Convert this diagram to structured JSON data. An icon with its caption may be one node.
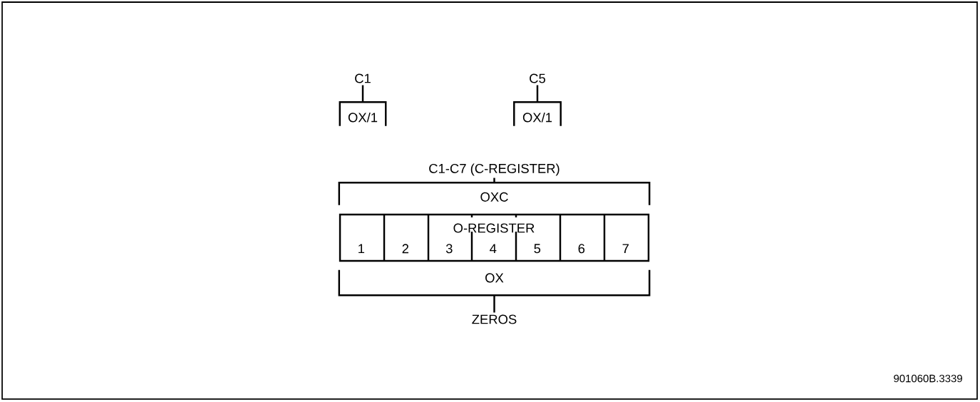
{
  "diagram": {
    "nodes": [
      {
        "text": [
          "C1"
        ]
      },
      {
        "text": [
          "OX/1"
        ]
      },
      {
        "text": [
          "C5"
        ]
      },
      {
        "text": [
          "OX/1"
        ]
      },
      {
        "text": [
          "C1-C7 (C-REGISTER)"
        ]
      },
      {
        "text": [
          "OXC"
        ]
      },
      {
        "text": [
          "O-REGISTER"
        ]
      },
      {
        "text": [
          "1"
        ],
        "in": 6
      },
      {
        "text": [
          "2"
        ],
        "in": 6
      },
      {
        "text": [
          "3"
        ],
        "in": 6
      },
      {
        "text": [
          "4"
        ],
        "in": 6
      },
      {
        "text": [
          "5"
        ],
        "in": 6
      },
      {
        "text": [
          "6"
        ],
        "in": 6
      },
      {
        "text": [
          "7"
        ],
        "in": 6
      },
      {
        "text": [
          "OX"
        ]
      },
      {
        "text": [
          "ZEROS"
        ]
      }
    ],
    "edges": [
      {
        "from": 0,
        "to": 1,
        "arrow": "none"
      },
      {
        "from": 2,
        "to": 3,
        "arrow": "none"
      },
      {
        "from": 4,
        "to": 5,
        "arrow": "none"
      },
      {
        "from": 14,
        "to": 15,
        "arrow": "none"
      }
    ],
    "labels": [
      "901060B.3339"
    ]
  }
}
